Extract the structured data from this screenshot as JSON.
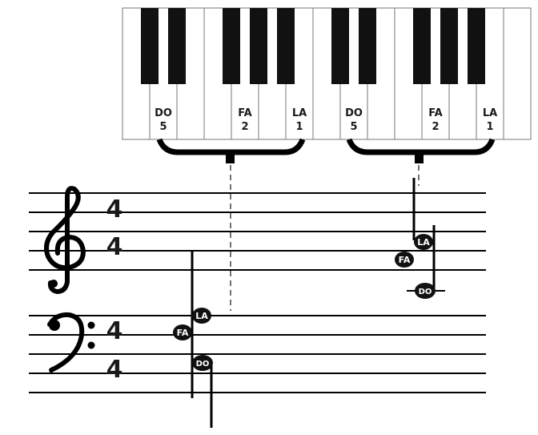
{
  "keyboard": {
    "white_key_count": 15,
    "black_key_positions": [
      0,
      1,
      3,
      4,
      5,
      7,
      8,
      10,
      11,
      12
    ],
    "key_labels": [
      {
        "key": 1,
        "name": "DO",
        "finger": "5"
      },
      {
        "key": 4,
        "name": "FA",
        "finger": "2"
      },
      {
        "key": 6,
        "name": "LA",
        "finger": "1"
      },
      {
        "key": 8,
        "name": "DO",
        "finger": "5"
      },
      {
        "key": 11,
        "name": "FA",
        "finger": "2"
      },
      {
        "key": 13,
        "name": "LA",
        "finger": "1"
      }
    ]
  },
  "staff": {
    "time_signature": {
      "top": "4",
      "bottom": "4"
    }
  },
  "notes": {
    "bass_chord": [
      {
        "label": "LA"
      },
      {
        "label": "FA"
      },
      {
        "label": "DO"
      }
    ],
    "treble_chord": [
      {
        "label": "LA"
      },
      {
        "label": "FA"
      },
      {
        "label": "DO"
      }
    ]
  }
}
